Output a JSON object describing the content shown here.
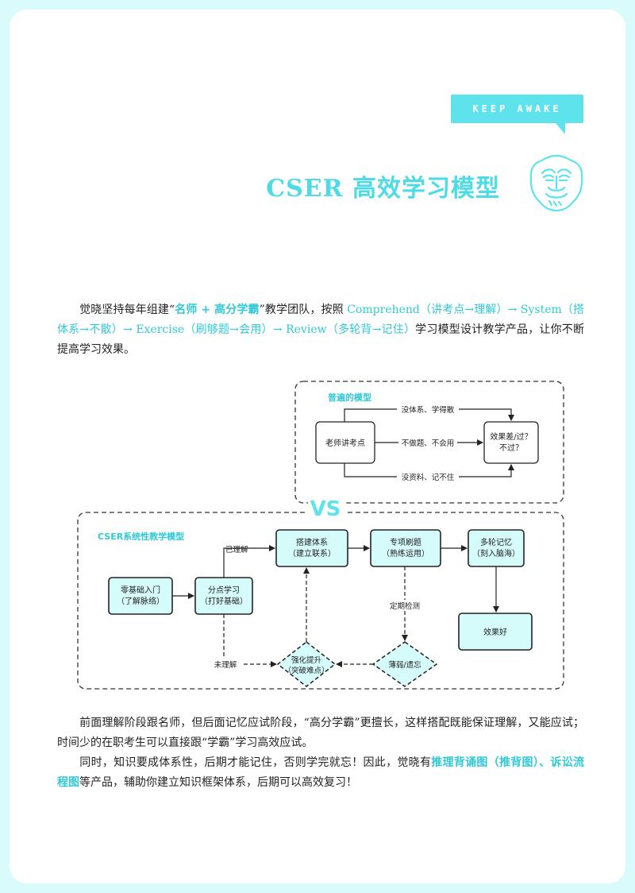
{
  "header": {
    "badge": "KEEP AWAKE",
    "title": "CSER 高效学习模型"
  },
  "intro": {
    "p1": "觉晓坚持每年组建“",
    "h1": "名师 + 高分学霸",
    "p2": "”教学团队，按照 ",
    "h2": "Comprehend（讲考点→理解）→ System（搭体系→不散）→ Exercise（刷够题→会用）→ Review（多轮背→记住）",
    "p3": "学习模型设计教学产品，让你不断提高学习效果。"
  },
  "top_model": {
    "label": "普遍的模型",
    "teacher": "老师讲考点",
    "result_line1": "效果差/过？",
    "result_line2": "不过？",
    "branch_top": "没体系、学得散",
    "branch_mid": "不做题、不会用",
    "branch_bottom": "没资料、记不住"
  },
  "vs": "VS",
  "cser_model": {
    "label": "CSER系统性教学模型",
    "start_line1": "零基础入门",
    "start_line2": "（了解脉络）",
    "split_line1": "分点学习",
    "split_line2": "（打好基础）",
    "build_line1": "搭建体系",
    "build_line2": "（建立联系）",
    "drill_line1": "专项刷题",
    "drill_line2": "（熟练运用）",
    "memory_line1": "多轮记忆",
    "memory_line2": "（刻入脑海）",
    "good": "效果好",
    "strengthen_line1": "强化提升",
    "strengthen_line2": "（突破难点）",
    "weak": "薄弱/遗忘",
    "understood": "已理解",
    "not_understood": "未理解",
    "periodic_check": "定期检测"
  },
  "body": {
    "para1": "前面理解阶段跟名师，但后面记忆应试阶段，“高分学霸”更擅长，这样搭配既能保证理解，又能应试；时间少的在职考生可以直接跟“学霸”学习高效应试。",
    "para2_a": "同时，知识要成体系性，后期才能记住，否则学完就忘！因此，觉晓有",
    "para2_hl": "推理背诵图（推背图）、诉讼流程图",
    "para2_b": "等产品，辅助你建立知识框架体系，后期可以高效复习！"
  },
  "colors": {
    "accent": "#5ee3ec",
    "accent_text": "#31c9d6",
    "box_fill": "#d6fbfb"
  }
}
